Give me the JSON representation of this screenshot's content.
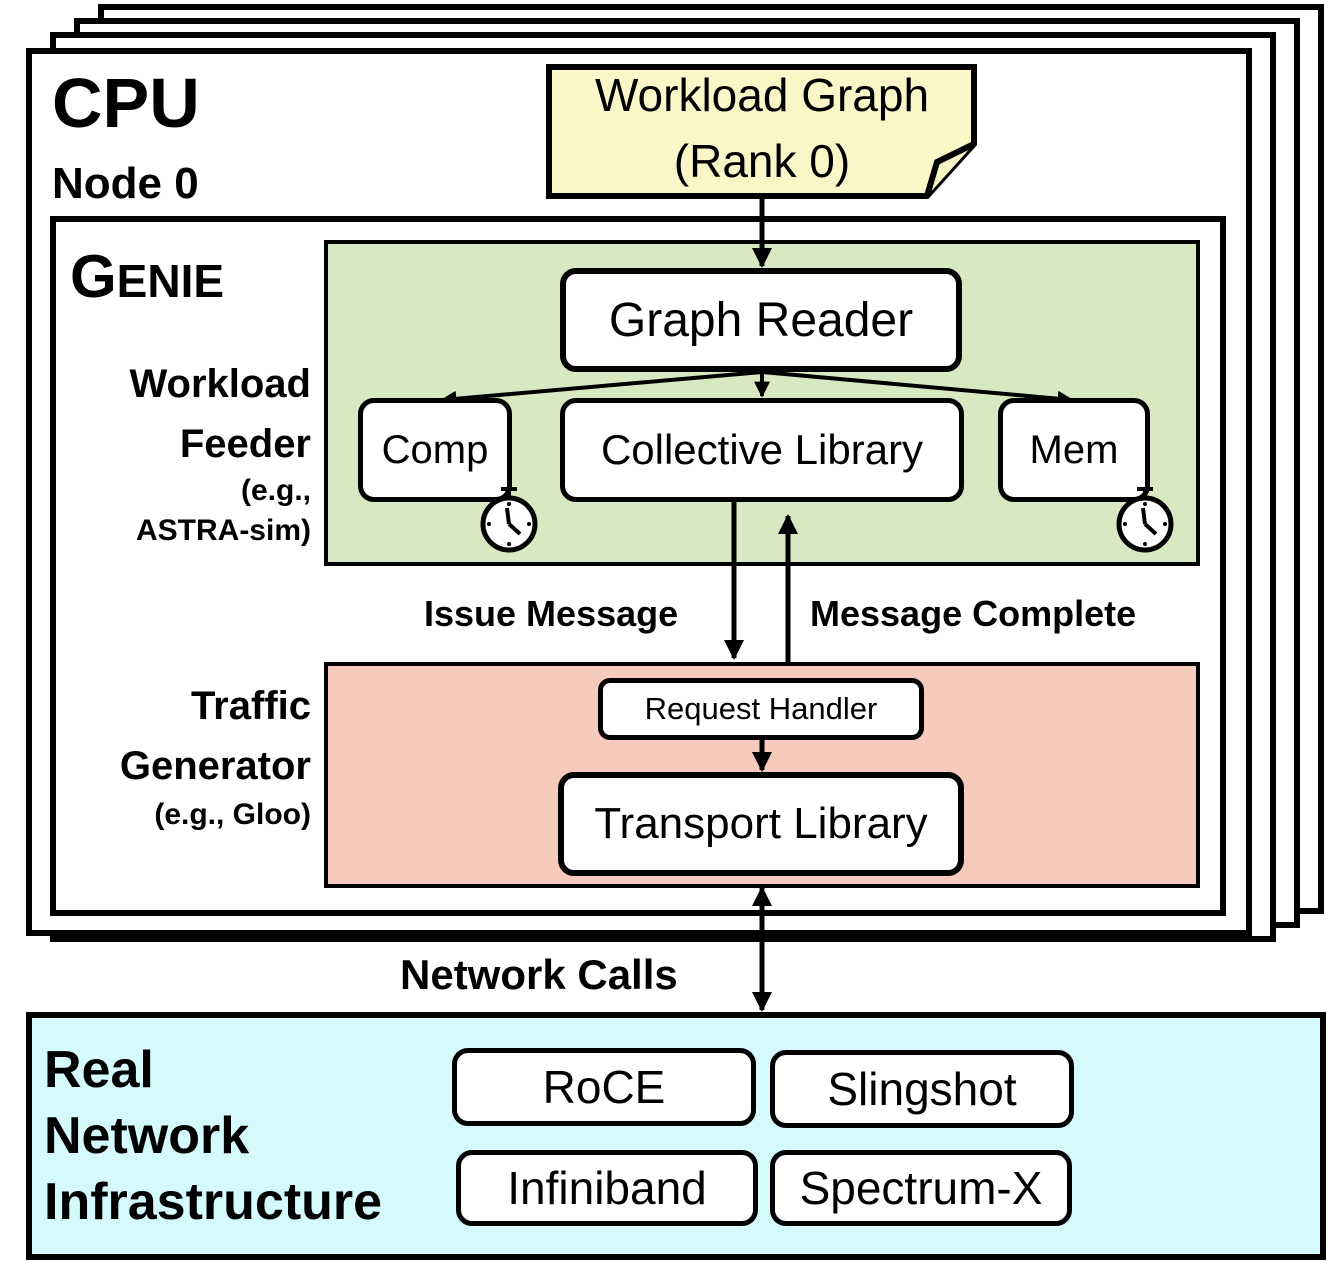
{
  "node": {
    "cpu_label": "CPU",
    "node_label": "Node 0"
  },
  "workload_graph": {
    "line1": "Workload Graph",
    "line2": "(Rank 0)"
  },
  "genie": {
    "title_big": "G",
    "title_small": "ENIE"
  },
  "workload_feeder": {
    "line1": "Workload",
    "line2": "Feeder",
    "line3": "(e.g.,",
    "line4": "ASTRA-sim)"
  },
  "graph_reader": "Graph Reader",
  "comp": "Comp",
  "collective_library": "Collective Library",
  "mem": "Mem",
  "issue_message": "Issue Message",
  "message_complete": "Message Complete",
  "traffic_generator": {
    "line1": "Traffic",
    "line2": "Generator",
    "line3": "(e.g., Gloo)"
  },
  "request_handler": "Request Handler",
  "transport_library": "Transport Library",
  "network_calls": "Network Calls",
  "real_network": {
    "line1": "Real",
    "line2": "Network",
    "line3": "Infrastructure"
  },
  "networks": [
    "RoCE",
    "Slingshot",
    "Infiniband",
    "Spectrum-X"
  ],
  "colors": {
    "workload_graph_fill": "#fbf6c8",
    "feeder_fill": "#d8e9c2",
    "traffic_fill": "#f6cabc",
    "network_fill": "#d4fafd",
    "stroke": "#000000"
  },
  "icons": [
    "stopwatch-icon",
    "stopwatch-icon"
  ]
}
